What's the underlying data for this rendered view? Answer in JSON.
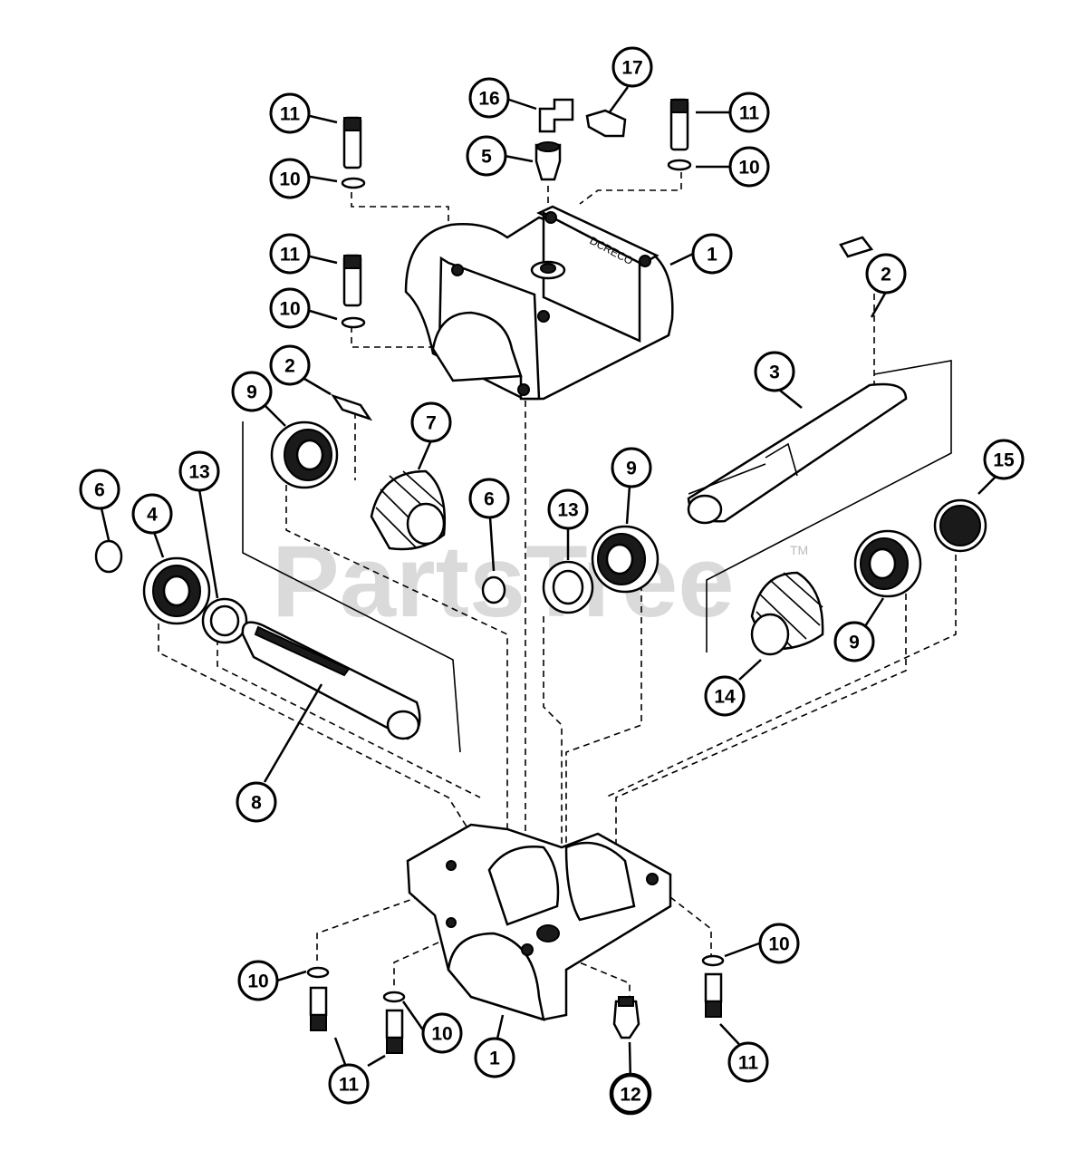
{
  "watermark": {
    "text": "PartsTree",
    "tm": "TM"
  },
  "callouts": [
    {
      "n": "11"
    },
    {
      "n": "10"
    },
    {
      "n": "11"
    },
    {
      "n": "10"
    },
    {
      "n": "16"
    },
    {
      "n": "17"
    },
    {
      "n": "5"
    },
    {
      "n": "11"
    },
    {
      "n": "10"
    },
    {
      "n": "1"
    },
    {
      "n": "2"
    },
    {
      "n": "3"
    },
    {
      "n": "2"
    },
    {
      "n": "9"
    },
    {
      "n": "7"
    },
    {
      "n": "6"
    },
    {
      "n": "13"
    },
    {
      "n": "9"
    },
    {
      "n": "15"
    },
    {
      "n": "6"
    },
    {
      "n": "4"
    },
    {
      "n": "13"
    },
    {
      "n": "9"
    },
    {
      "n": "14"
    },
    {
      "n": "8"
    },
    {
      "n": "10"
    },
    {
      "n": "10"
    },
    {
      "n": "10"
    },
    {
      "n": "11"
    },
    {
      "n": "1"
    },
    {
      "n": "12"
    },
    {
      "n": "11"
    }
  ]
}
